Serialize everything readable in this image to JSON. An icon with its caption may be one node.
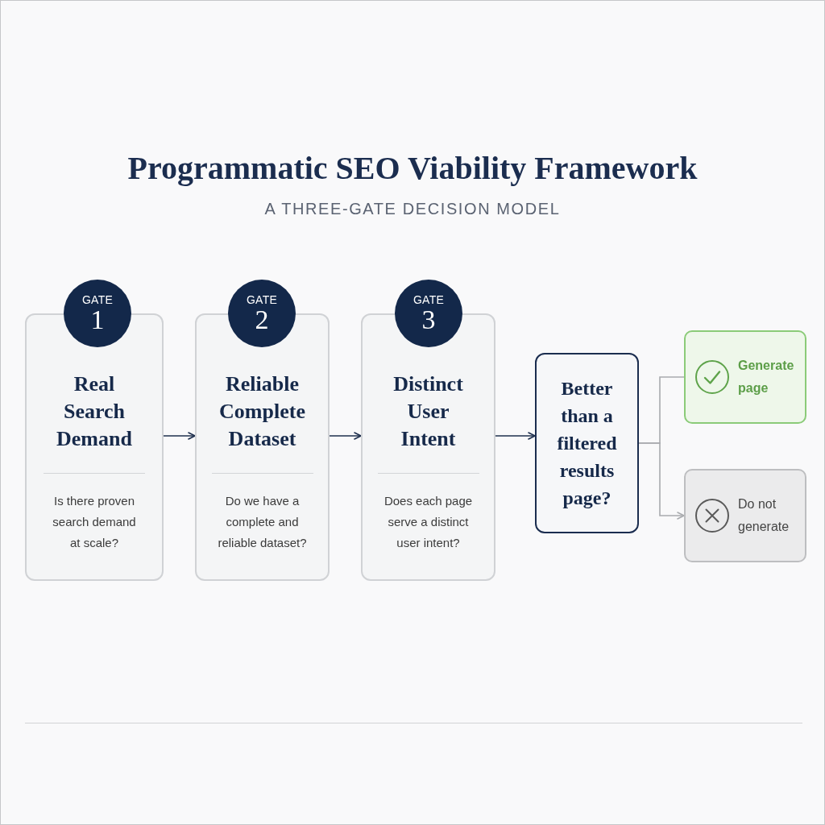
{
  "diagram": {
    "title": "Programmatic SEO Viability Framework",
    "nodes": [
      {
        "text": [
          "GATE",
          "1"
        ]
      },
      {
        "text": [
          "Real Search Demand",
          "Is there proven search demand at scale?"
        ]
      },
      {
        "text": [
          "GATE",
          "2"
        ]
      },
      {
        "text": [
          "Reliable Complete Dataset",
          "Do we have a complete and reliable dataset?"
        ]
      },
      {
        "text": [
          "GATE",
          "3"
        ]
      },
      {
        "text": [
          "Distinct User Intent",
          "Does each page serve a distinct user intent?"
        ]
      },
      {
        "text": [
          "Better than a filtered results page?"
        ]
      },
      {
        "text": [
          "Generate page"
        ]
      },
      {
        "text": [
          "Do not generate"
        ]
      }
    ],
    "edges": [
      {
        "from": 1,
        "to": 3,
        "arrow": "to"
      },
      {
        "from": 3,
        "to": 5,
        "arrow": "to"
      },
      {
        "from": 5,
        "to": 6,
        "arrow": "to"
      },
      {
        "from": 6,
        "to": 7,
        "arrow": "none",
        "color": "#a9abae"
      },
      {
        "from": 6,
        "to": 8,
        "arrow": "to",
        "color": "#a9abae"
      }
    ],
    "labels": [
      "A THREE-GATE DECISION MODEL"
    ]
  }
}
